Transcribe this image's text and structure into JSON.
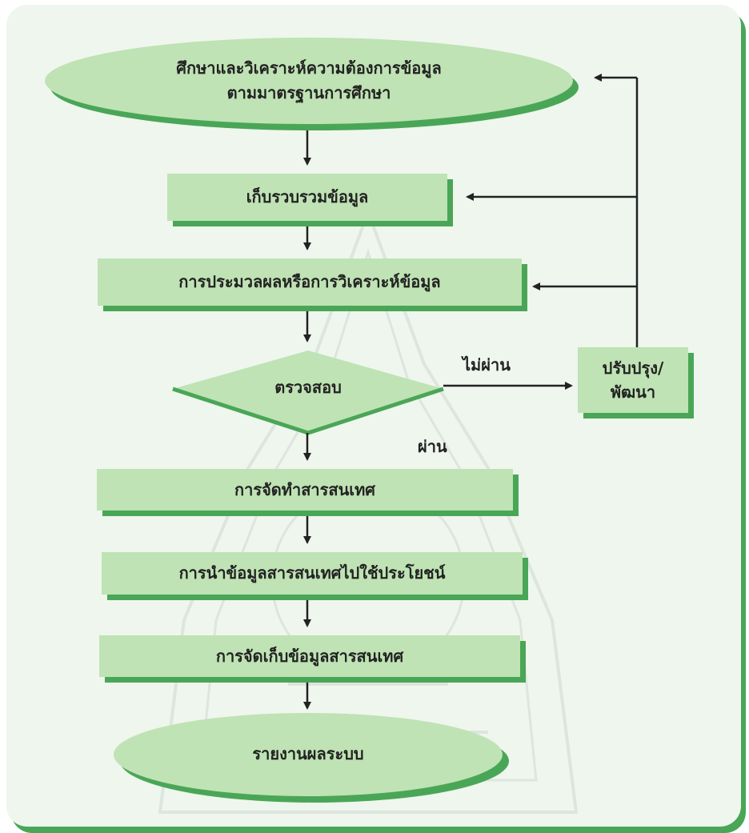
{
  "nodes": {
    "start_line1": "ศึกษาและวิเคราะห์ความต้องการข้อมูล",
    "start_line2": "ตามมาตรฐานการศึกษา",
    "collect": "เก็บรวบรวมข้อมูล",
    "process": "การประมวลผลหรือการวิเคราะห์ข้อมูล",
    "check": "ตรวจสอบ",
    "improve_line1": "ปรับปรุง/",
    "improve_line2": "พัฒนา",
    "produce": "การจัดทำสารสนเทศ",
    "use": "การนำข้อมูลสารสนเทศไปใช้ประโยชน์",
    "store": "การจัดเก็บข้อมูลสารสนเทศ",
    "report": "รายงานผลระบบ"
  },
  "edges": {
    "fail_label": "ไม่ผ่าน",
    "pass_label": "ผ่าน"
  },
  "colors": {
    "background": "#eef6ee",
    "border_accent": "#4aa657",
    "node_fill": "#bfe3b4",
    "node_shadow": "#4aa657",
    "arrow": "#222222"
  }
}
